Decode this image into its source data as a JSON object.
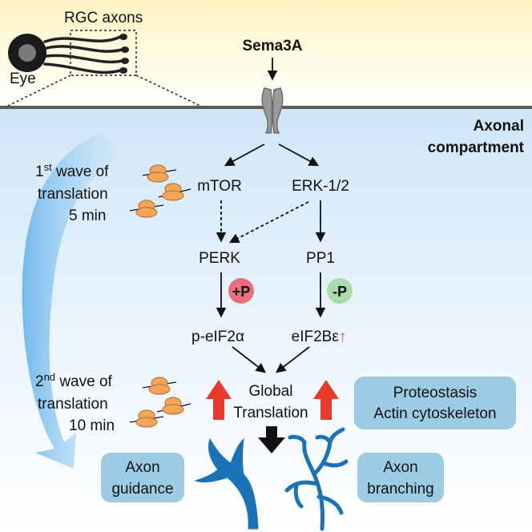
{
  "header": {
    "rgc_label": "RGC axons",
    "eye_label": "Eye",
    "ligand_label": "Sema3A"
  },
  "compartment": {
    "line1": "Axonal",
    "line2": "compartment"
  },
  "waves": {
    "first": {
      "num": "1",
      "sup": "st",
      "rest": " wave of",
      "line2": "translation",
      "line3": "5 min"
    },
    "second": {
      "num": "2",
      "sup": "nd",
      "rest": " wave of",
      "line2": "translation",
      "line3": "10 min"
    }
  },
  "pathway": {
    "mtor": "mTOR",
    "erk": "ERK-1/2",
    "perk": "PERK",
    "pp1": "PP1",
    "plus_p": "+P",
    "minus_p": "-P",
    "p_eif2a": "p-eIF2α",
    "eif2be": "eIF2Bε",
    "eif2be_arrow": "↑",
    "global_line1": "Global",
    "global_line2": "Translation"
  },
  "outcomes": {
    "proteostasis_line1": "Proteostasis",
    "proteostasis_line2": "Actin cytoskeleton",
    "guidance_line1": "Axon",
    "guidance_line2": "guidance",
    "branching_line1": "Axon",
    "branching_line2": "branching"
  },
  "colors": {
    "bg_top": "#fff7d0",
    "bg_bottom": "#d6ebf9",
    "membrane": "#5a5a5a",
    "ribosome": "#f2a65a",
    "plus_badge": "#e8707d",
    "minus_badge": "#a9dcab",
    "up_arrow_red": "#e8392b",
    "outcome_box": "#9ccbe6",
    "neuron_blue": "#1a73b7"
  }
}
